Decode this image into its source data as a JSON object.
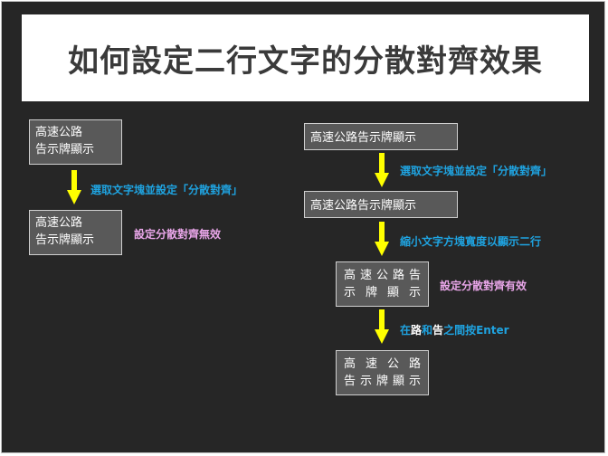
{
  "title": "如何設定二行文字的分散對齊效果",
  "colors": {
    "background": "#262626",
    "box_fill": "#595959",
    "box_border": "#cfcfcf",
    "arrow": "#ffff00",
    "step_label": "#1fa3e0",
    "result_label": "#e9a6e9"
  },
  "left": {
    "box1": {
      "line1": "高速公路",
      "line2": "告示牌顯示"
    },
    "step1": "選取文字塊並設定「分散對齊」",
    "box2": {
      "line1": "高速公路",
      "line2": "告示牌顯示"
    },
    "result": "設定分散對齊無效"
  },
  "right": {
    "box1": "高速公路告示牌顯示",
    "step1": "選取文字塊並設定「分散對齊」",
    "box2": "高速公路告示牌顯示",
    "step2": "縮小文字方塊寬度以顯示二行",
    "box3": {
      "line1": "高速公路告",
      "line2": "示牌顯示"
    },
    "result": "設定分散對齊有效",
    "step3": {
      "prefix": "在",
      "word1": "路",
      "mid": "和",
      "word2": "告",
      "suffix": "之間按Enter"
    },
    "box4": {
      "line1": "高速公路",
      "line2": "告示牌顯示"
    }
  }
}
